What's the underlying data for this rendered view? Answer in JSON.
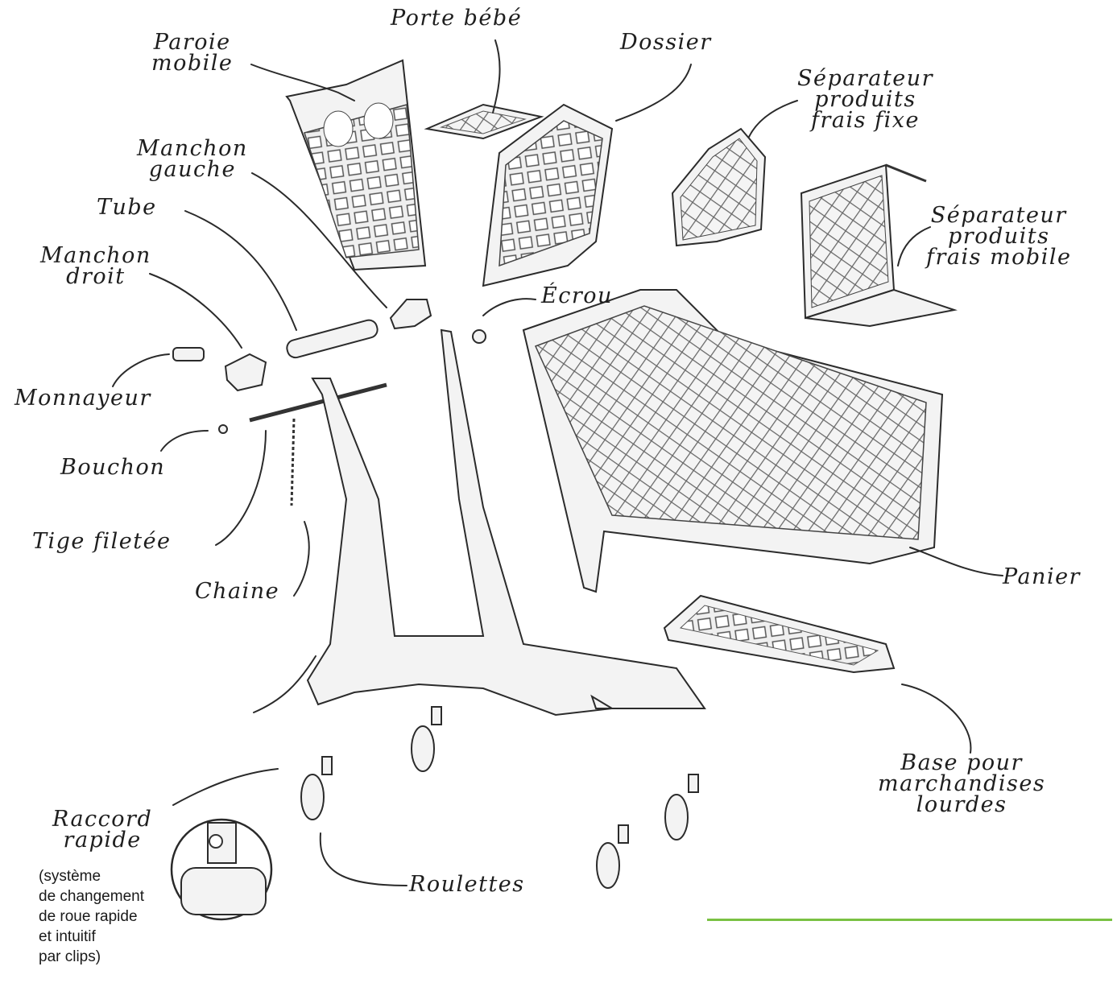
{
  "labels": {
    "paroi_mobile": [
      "Paroie",
      "mobile"
    ],
    "porte_bebe": [
      "Porte bébé"
    ],
    "dossier": [
      "Dossier"
    ],
    "separateur_fixe": [
      "Séparateur",
      "produits",
      "frais fixe"
    ],
    "separateur_mobile": [
      "Séparateur",
      "produits",
      "frais mobile"
    ],
    "manchon_gauche": [
      "Manchon",
      "gauche"
    ],
    "tube": [
      "Tube"
    ],
    "manchon_droit": [
      "Manchon",
      "droit"
    ],
    "ecrou": [
      "Écrou"
    ],
    "monnayeur": [
      "Monnayeur"
    ],
    "bouchon": [
      "Bouchon"
    ],
    "tige_filetee": [
      "Tige filetée"
    ],
    "chaine": [
      "Chaine"
    ],
    "panier": [
      "Panier"
    ],
    "base_lourdes": [
      "Base pour",
      "marchandises",
      "lourdes"
    ],
    "raccord_rapide": [
      "Raccord",
      "rapide"
    ],
    "roulettes": [
      "Roulettes"
    ]
  },
  "note": [
    "(système",
    "de changement",
    "de roue rapide",
    "et intuitif",
    "par clips)"
  ],
  "colors": {
    "accent_rule": "#7ac143",
    "ink": "#2b2b2b",
    "part_fill": "#f3f3f3"
  }
}
